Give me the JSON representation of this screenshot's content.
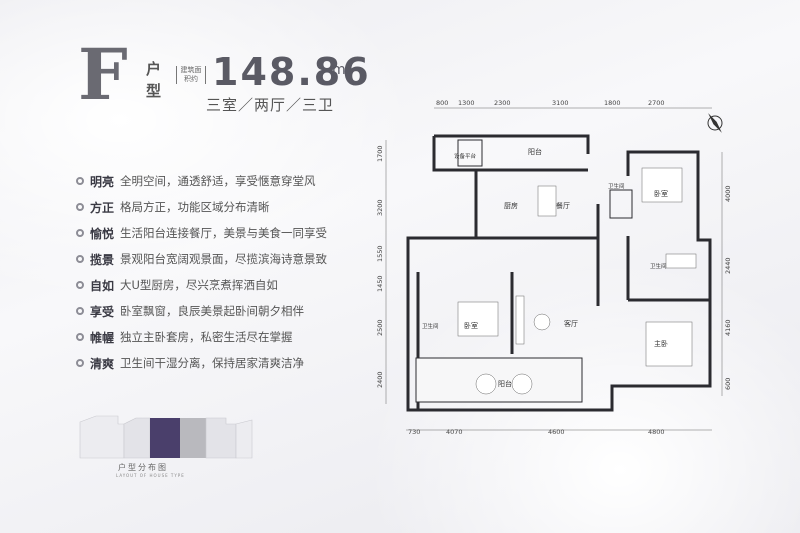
{
  "header": {
    "letter": "F",
    "unit_type": "户型",
    "area_label": "建筑面积约",
    "area_value": "148.86",
    "area_unit": "m²",
    "layout": "三室／两厅／三卫"
  },
  "features": [
    {
      "kw": "明亮",
      "text": "全明空间，通透舒适，享受惬意穿堂风"
    },
    {
      "kw": "方正",
      "text": "格局方正，功能区域分布清晰"
    },
    {
      "kw": "愉悦",
      "text": "生活阳台连接餐厅，美景与美食一同享受"
    },
    {
      "kw": "揽景",
      "text": "景观阳台宽阔观景面，尽揽滨海诗意景致"
    },
    {
      "kw": "自如",
      "text": "大U型厨房，尽兴烹煮挥洒自如"
    },
    {
      "kw": "享受",
      "text": "卧室飘窗，良辰美景起卧间朝夕相伴"
    },
    {
      "kw": "帷幄",
      "text": "独立主卧套房，私密生活尽在掌握"
    },
    {
      "kw": "清爽",
      "text": "卫生间干湿分离，保持居家清爽洁净"
    }
  ],
  "distribution": {
    "caption": "户型分布图",
    "caption_en": "LAYOUT OF HOUSE TYPE"
  },
  "plan": {
    "top_dims": [
      "800",
      "1300",
      "2300",
      "3100",
      "1800",
      "2700"
    ],
    "bottom_dims": [
      "730",
      "4070",
      "4600",
      "4800"
    ],
    "left_dims": [
      "1700",
      "3200",
      "1550",
      "1450",
      "2500",
      "2400"
    ],
    "right_dims": [
      "4000",
      "2440",
      "4160",
      "600"
    ],
    "rooms": {
      "equipment": "设备平台",
      "balcony_top": "阳台",
      "kitchen": "厨房",
      "dining": "餐厅",
      "bath1": "卫生间",
      "bedroom1": "卧室",
      "bath2": "卫生间",
      "bath3": "卫生间",
      "bedroom2": "卧室",
      "living": "客厅",
      "master": "主卧",
      "balcony_bottom": "阳台"
    }
  },
  "colors": {
    "accent": "#4a3f6b",
    "gray_block": "#b9b9be",
    "light_block": "#d9d9de"
  }
}
